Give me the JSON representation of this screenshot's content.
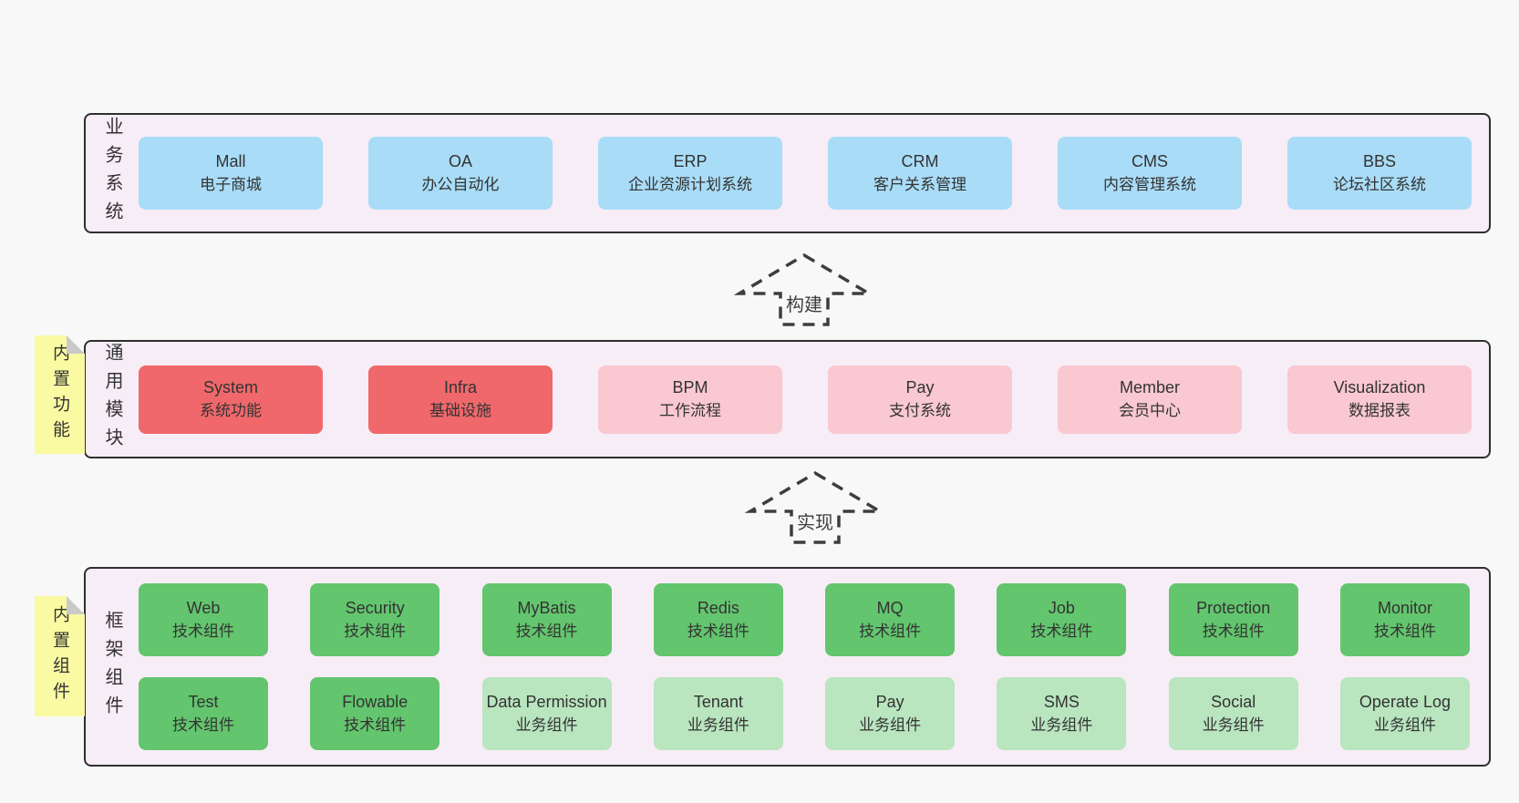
{
  "colors": {
    "page_bg": "#f8f8f8",
    "panel_bg": "#f7edf6",
    "panel_border": "#2f2f2f",
    "blue": "#a9dcf7",
    "red": "#f0686b",
    "pink": "#f9c8d1",
    "green": "#63c56e",
    "lightgreen": "#b9e5bf",
    "sticky": "#fafaa3",
    "fold": "#c9c9c9",
    "text": "#333333",
    "arrow": "#3d3d3d"
  },
  "arrows": [
    {
      "label": "构建"
    },
    {
      "label": "实现"
    }
  ],
  "panels": {
    "business": {
      "label": "业务系统",
      "rows": [
        [
          {
            "title": "Mall",
            "subtitle": "电子商城",
            "variant": "blue"
          },
          {
            "title": "OA",
            "subtitle": "办公自动化",
            "variant": "blue"
          },
          {
            "title": "ERP",
            "subtitle": "企业资源计划系统",
            "variant": "blue"
          },
          {
            "title": "CRM",
            "subtitle": "客户关系管理",
            "variant": "blue"
          },
          {
            "title": "CMS",
            "subtitle": "内容管理系统",
            "variant": "blue"
          },
          {
            "title": "BBS",
            "subtitle": "论坛社区系统",
            "variant": "blue"
          }
        ]
      ]
    },
    "modules": {
      "label": "通用模块",
      "sticky": "内置功能",
      "rows": [
        [
          {
            "title": "System",
            "subtitle": "系统功能",
            "variant": "red"
          },
          {
            "title": "Infra",
            "subtitle": "基础设施",
            "variant": "red"
          },
          {
            "title": "BPM",
            "subtitle": "工作流程",
            "variant": "pink"
          },
          {
            "title": "Pay",
            "subtitle": "支付系统",
            "variant": "pink"
          },
          {
            "title": "Member",
            "subtitle": "会员中心",
            "variant": "pink"
          },
          {
            "title": "Visualization",
            "subtitle": "数据报表",
            "variant": "pink"
          }
        ]
      ]
    },
    "framework": {
      "label": "框架组件",
      "sticky": "内置组件",
      "rows": [
        [
          {
            "title": "Web",
            "subtitle": "技术组件",
            "variant": "green"
          },
          {
            "title": "Security",
            "subtitle": "技术组件",
            "variant": "green"
          },
          {
            "title": "MyBatis",
            "subtitle": "技术组件",
            "variant": "green"
          },
          {
            "title": "Redis",
            "subtitle": "技术组件",
            "variant": "green"
          },
          {
            "title": "MQ",
            "subtitle": "技术组件",
            "variant": "green"
          },
          {
            "title": "Job",
            "subtitle": "技术组件",
            "variant": "green"
          },
          {
            "title": "Protection",
            "subtitle": "技术组件",
            "variant": "green"
          },
          {
            "title": "Monitor",
            "subtitle": "技术组件",
            "variant": "green"
          }
        ],
        [
          {
            "title": "Test",
            "subtitle": "技术组件",
            "variant": "green"
          },
          {
            "title": "Flowable",
            "subtitle": "技术组件",
            "variant": "green"
          },
          {
            "title": "Data Permission",
            "subtitle": "业务组件",
            "variant": "lightgreen"
          },
          {
            "title": "Tenant",
            "subtitle": "业务组件",
            "variant": "lightgreen"
          },
          {
            "title": "Pay",
            "subtitle": "业务组件",
            "variant": "lightgreen"
          },
          {
            "title": "SMS",
            "subtitle": "业务组件",
            "variant": "lightgreen"
          },
          {
            "title": "Social",
            "subtitle": "业务组件",
            "variant": "lightgreen"
          },
          {
            "title": "Operate Log",
            "subtitle": "业务组件",
            "variant": "lightgreen"
          }
        ]
      ]
    }
  }
}
